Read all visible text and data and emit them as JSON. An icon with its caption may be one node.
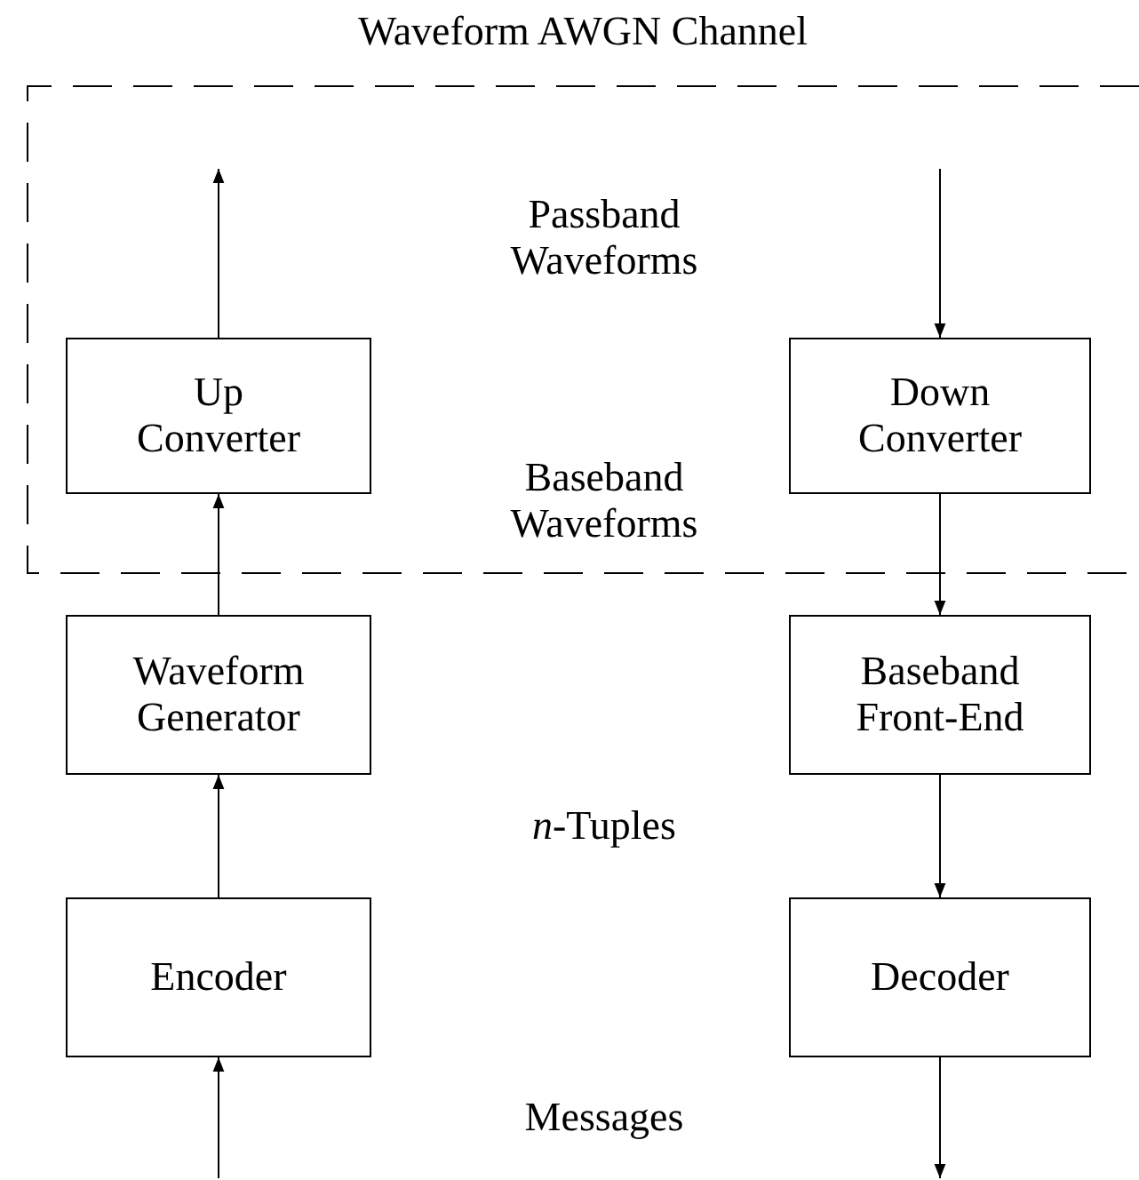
{
  "diagram": {
    "nodes": [
      {
        "text": [
          "Waveform AWGN Channel"
        ]
      },
      {
        "text": [
          "Up Converter"
        ],
        "in": 0
      },
      {
        "text": [
          "Down Converter"
        ],
        "in": 0
      },
      {
        "text": [
          "Waveform Generator"
        ]
      },
      {
        "text": [
          "Baseband Front-End"
        ]
      },
      {
        "text": [
          "Encoder"
        ]
      },
      {
        "text": [
          "Decoder"
        ]
      }
    ],
    "edges": [
      {
        "from": null,
        "to": 5,
        "arrow": "to"
      },
      {
        "from": 5,
        "to": 3,
        "arrow": "to"
      },
      {
        "from": 3,
        "to": 1,
        "arrow": "to"
      },
      {
        "from": 1,
        "to": null,
        "arrow": "to"
      },
      {
        "from": null,
        "to": 2,
        "arrow": "to"
      },
      {
        "from": 2,
        "to": 4,
        "arrow": "to"
      },
      {
        "from": 4,
        "to": 6,
        "arrow": "to"
      },
      {
        "from": 6,
        "to": null,
        "arrow": "to"
      }
    ],
    "labels": [
      "Passband Waveforms",
      "Baseband Waveforms",
      "$_{}$*n*-Tuples",
      "Messages"
    ]
  }
}
